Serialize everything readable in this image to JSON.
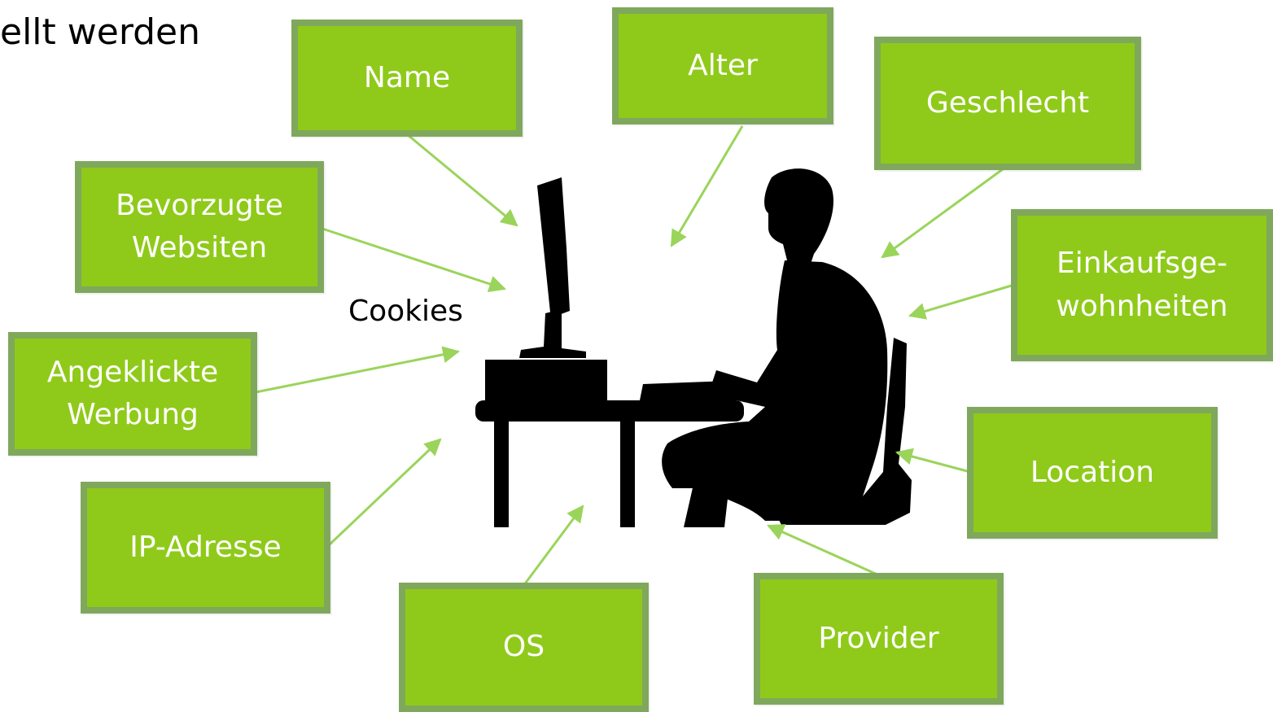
{
  "slide": {
    "title_partial": "ellt werden",
    "cookies_label": "Cookies"
  },
  "boxes": {
    "name": "Name",
    "alter": "Alter",
    "geschlecht": "Geschlecht",
    "bevorzugte_websiten": "Bevorzugte\nWebsiten",
    "einkaufsgewohnheiten": "Einkaufsge-\nwohnheiten",
    "angeklickte_werbung": "Angeklickte\nWerbung",
    "location": "Location",
    "ip_adresse": "IP-Adresse",
    "os": "OS",
    "provider": "Provider"
  },
  "colors": {
    "box_fill": "#8fca1a",
    "box_border": "#7fa85c",
    "arrow": "#9ad45a",
    "silhouette": "#000000"
  },
  "icons": [
    "computer-user-silhouette"
  ]
}
